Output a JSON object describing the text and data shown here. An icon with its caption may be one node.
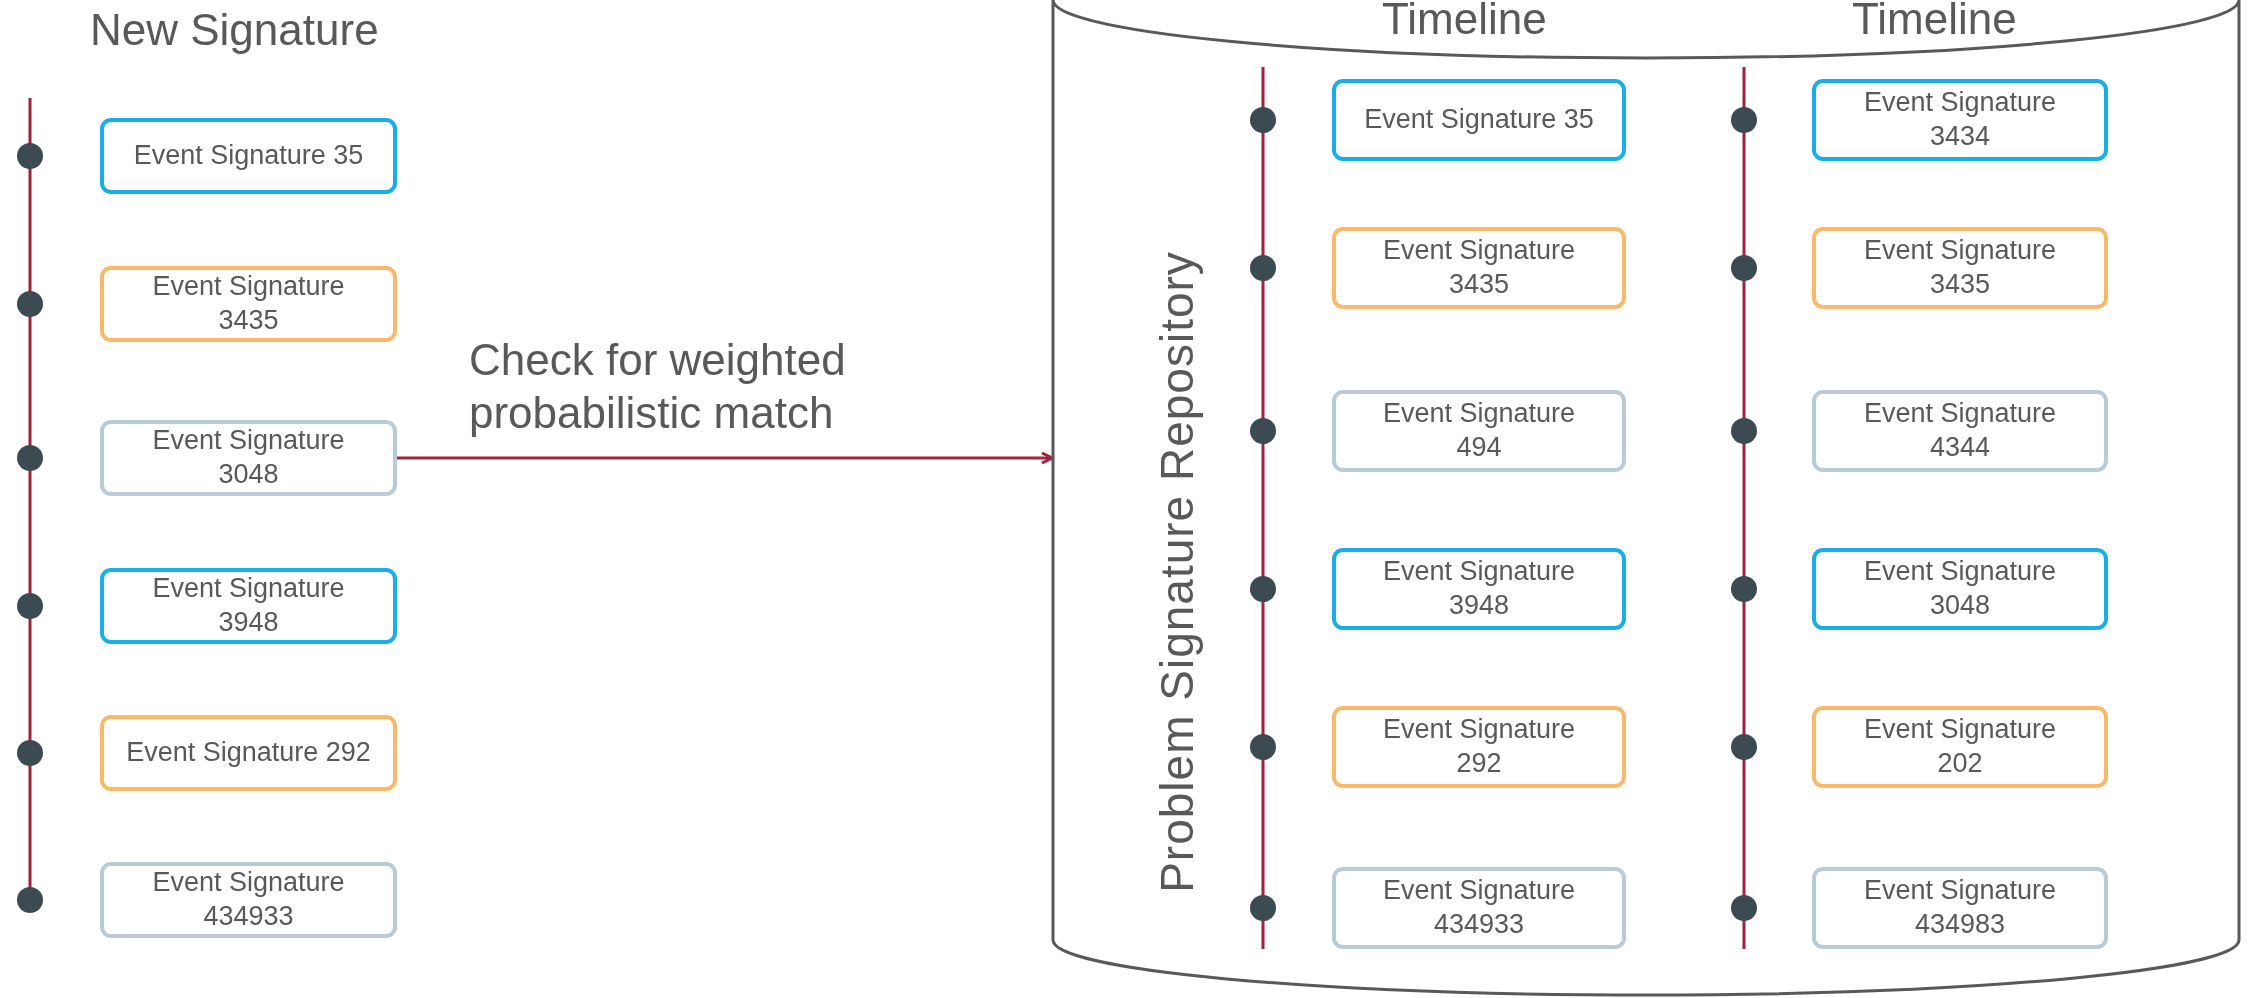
{
  "diagram": {
    "nodes": [
      {
        "text": [
          "Event Signature 35"
        ]
      },
      {
        "text": [
          "Event Signature 3435"
        ]
      },
      {
        "text": [
          "Event Signature 3048"
        ]
      },
      {
        "text": [
          "Event Signature 3948"
        ]
      },
      {
        "text": [
          "Event Signature 292"
        ]
      },
      {
        "text": [
          "Event Signature 434933"
        ]
      },
      {
        "text": [
          "Problem Signature Repository"
        ]
      },
      {
        "text": [
          "Event Signature 35"
        ],
        "in": 6
      },
      {
        "text": [
          "Event Signature 3435"
        ],
        "in": 6
      },
      {
        "text": [
          "Event Signature 494"
        ],
        "in": 6
      },
      {
        "text": [
          "Event Signature 3948"
        ],
        "in": 6
      },
      {
        "text": [
          "Event Signature 292"
        ],
        "in": 6
      },
      {
        "text": [
          "Event Signature 434933"
        ],
        "in": 6
      },
      {
        "text": [
          "Event Signature 3434"
        ],
        "in": 6
      },
      {
        "text": [
          "Event Signature 3435"
        ],
        "in": 6
      },
      {
        "text": [
          "Event Signature 4344"
        ],
        "in": 6
      },
      {
        "text": [
          "Event Signature 3048"
        ],
        "in": 6
      },
      {
        "text": [
          "Event Signature 202"
        ],
        "in": 6
      },
      {
        "text": [
          "Event Signature 434983"
        ],
        "in": 6
      }
    ],
    "edges": [
      {
        "from": 2,
        "to": 6,
        "arrow": "to",
        "label": "Check for weighted probabilistic match"
      }
    ],
    "labels": [
      "New Signature",
      "Timeline",
      "Timeline"
    ]
  }
}
